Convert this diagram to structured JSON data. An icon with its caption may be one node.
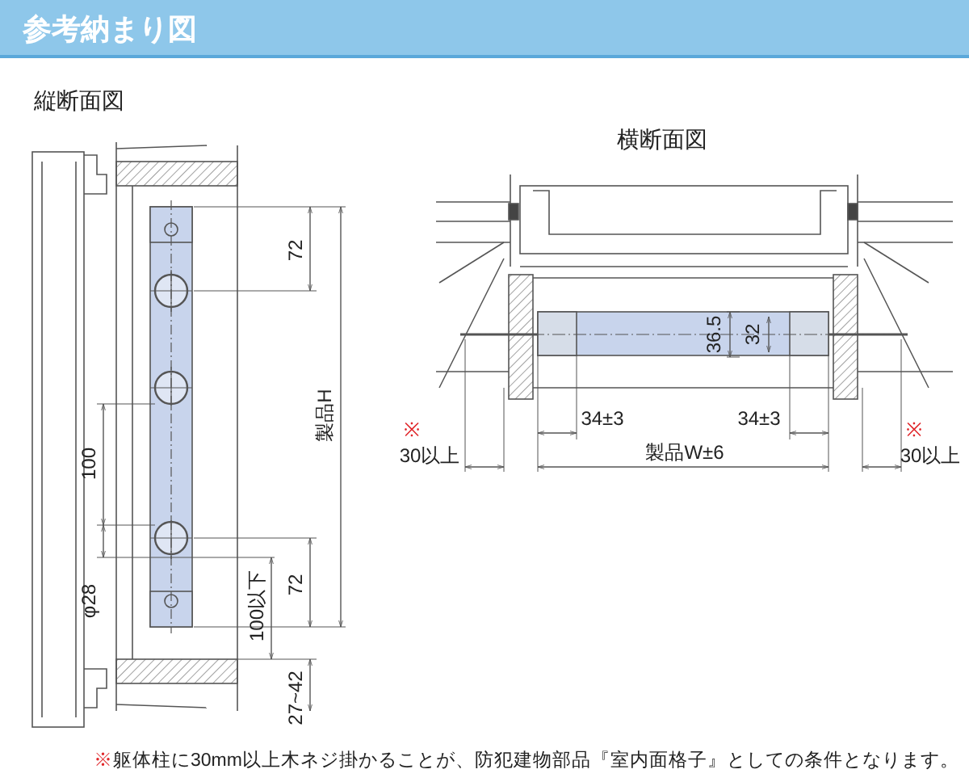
{
  "diagram": {
    "title": "参考納まり図",
    "caption": "※躯体柱に30mm以上木ネジ掛かることが、防犯建物部品『室内面格子』としての条件となります。",
    "labels": [
      "縦断面図",
      "72",
      "製品H",
      "100",
      "φ28",
      "100以下",
      "72",
      "27~42",
      "横断面図",
      "36.5",
      "32",
      "※",
      "30以上",
      "34±3",
      "34±3",
      "製品W±6",
      "※",
      "30以上"
    ]
  }
}
